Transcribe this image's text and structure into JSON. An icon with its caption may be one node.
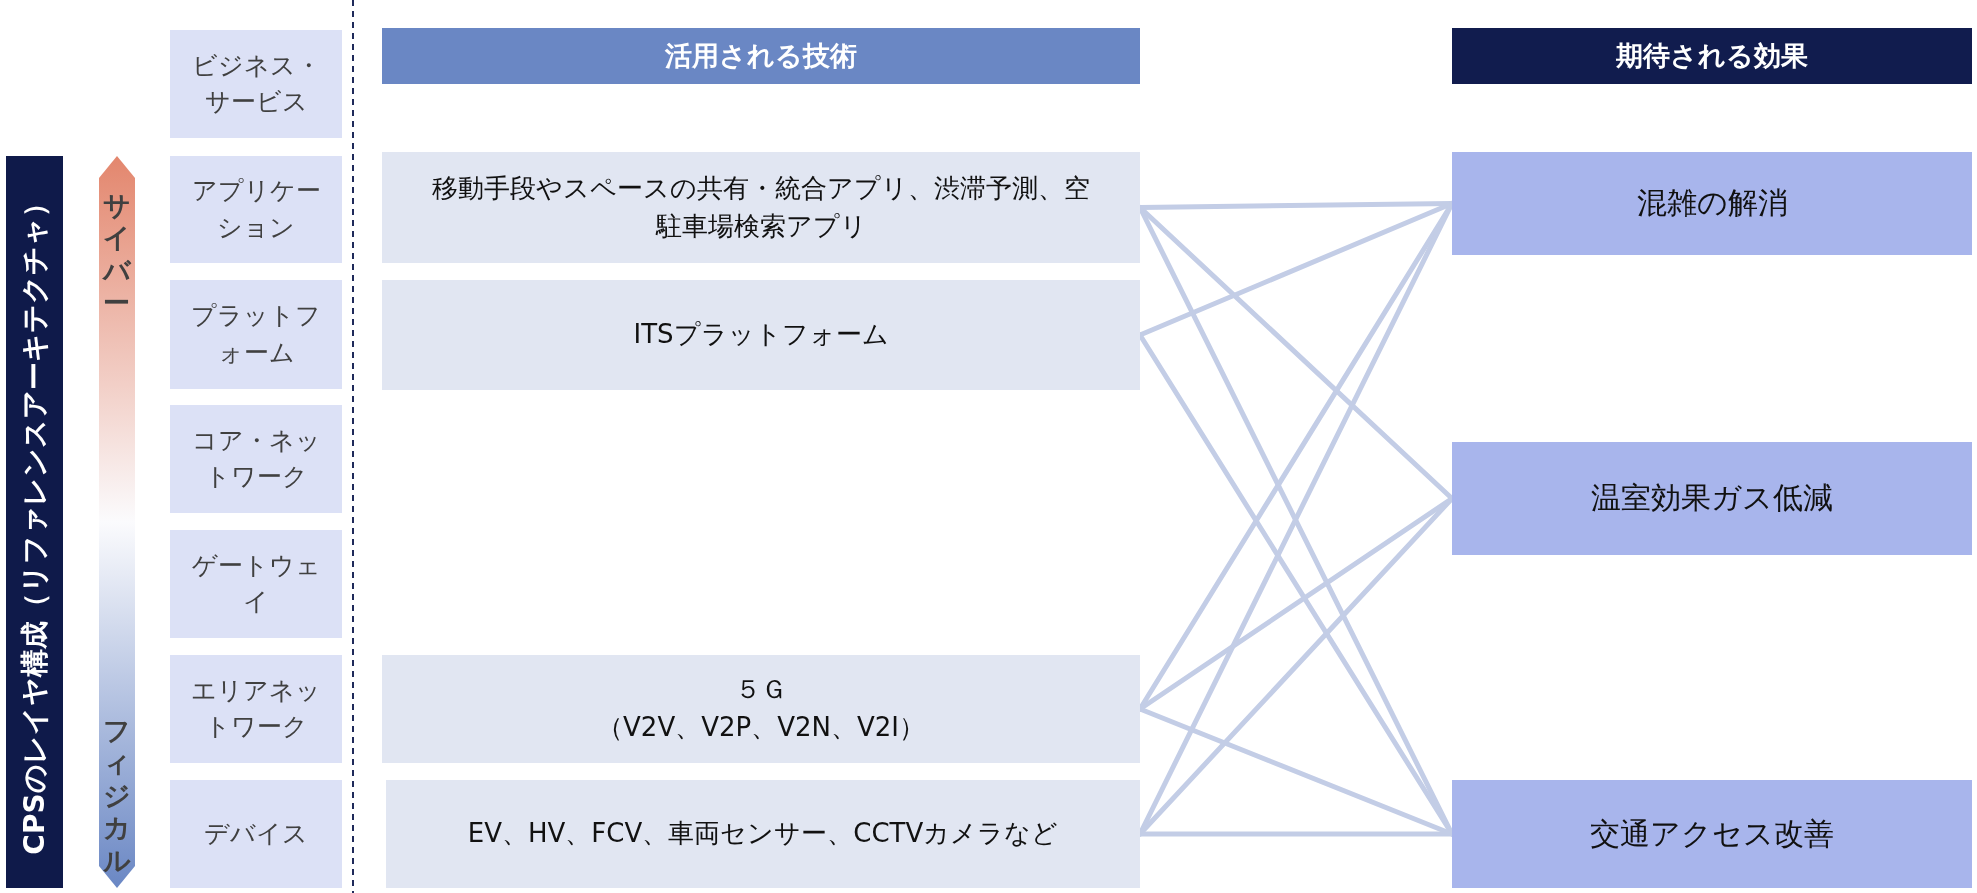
{
  "diagram": {
    "nodes": [
      {
        "text": [
          "CPSのレイヤ構成（リファレンスアーキテクチャ）"
        ]
      },
      {
        "text": [
          "ビジネス・サービス"
        ]
      },
      {
        "text": [
          "アプリケーション"
        ]
      },
      {
        "text": [
          "プラットフォーム"
        ]
      },
      {
        "text": [
          "コア・ネットワーク"
        ]
      },
      {
        "text": [
          "ゲートウェイ"
        ]
      },
      {
        "text": [
          "エリアネットワーク"
        ]
      },
      {
        "text": [
          "デバイス"
        ]
      },
      {
        "text": [
          "活用される技術"
        ]
      },
      {
        "text": [
          "移動手段やスペースの共有・統合アプリ、渋滞予測、空駐車場検索アプリ"
        ]
      },
      {
        "text": [
          "ITSプラットフォーム"
        ]
      },
      {
        "text": [
          "５Ｇ",
          "（V2V、V2P、V2N、V2I）"
        ]
      },
      {
        "text": [
          "EV、HV、FCV、車両センサー、CCTVカメラなど"
        ]
      },
      {
        "text": [
          "期待される効果"
        ]
      },
      {
        "text": [
          "混雑の解消"
        ]
      },
      {
        "text": [
          "温室効果ガス低減"
        ]
      },
      {
        "text": [
          "交通アクセス改善"
        ]
      }
    ],
    "edges": [
      {
        "from": 9,
        "to": 14,
        "arrow": "none"
      },
      {
        "from": 9,
        "to": 15,
        "arrow": "none"
      },
      {
        "from": 9,
        "to": 16,
        "arrow": "none"
      },
      {
        "from": 10,
        "to": 14,
        "arrow": "none"
      },
      {
        "from": 10,
        "to": 16,
        "arrow": "none"
      },
      {
        "from": 11,
        "to": 14,
        "arrow": "none"
      },
      {
        "from": 11,
        "to": 15,
        "arrow": "none"
      },
      {
        "from": 11,
        "to": 16,
        "arrow": "none"
      },
      {
        "from": 12,
        "to": 14,
        "arrow": "none"
      },
      {
        "from": 12,
        "to": 15,
        "arrow": "none"
      },
      {
        "from": 12,
        "to": 16,
        "arrow": "none"
      }
    ],
    "labels": [
      "サイバー",
      "フィジカル"
    ]
  }
}
